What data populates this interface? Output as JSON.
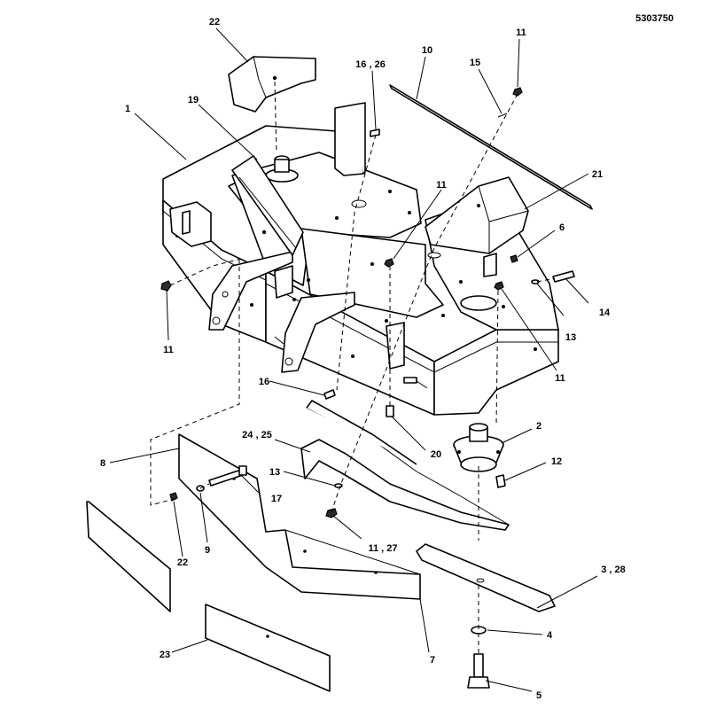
{
  "document_number": "5303750",
  "callouts": {
    "c1": "1",
    "c2": "2",
    "c3_28": "3 , 28",
    "c4": "4",
    "c5": "5",
    "c6": "6",
    "c7": "7",
    "c8": "8",
    "c9": "9",
    "c10": "10",
    "c11_top": "11",
    "c11_mid": "11",
    "c11_left": "11",
    "c11_right": "11",
    "c11_27": "11 , 27",
    "c12": "12",
    "c13_right": "13",
    "c13_mid": "13",
    "c14": "14",
    "c15": "15",
    "c16_26": "16 , 26",
    "c16": "16",
    "c17": "17",
    "c19": "19",
    "c20": "20",
    "c21": "21",
    "c22_top": "22",
    "c22_bottom": "22",
    "c23": "23",
    "c24_25": "24 , 25"
  }
}
